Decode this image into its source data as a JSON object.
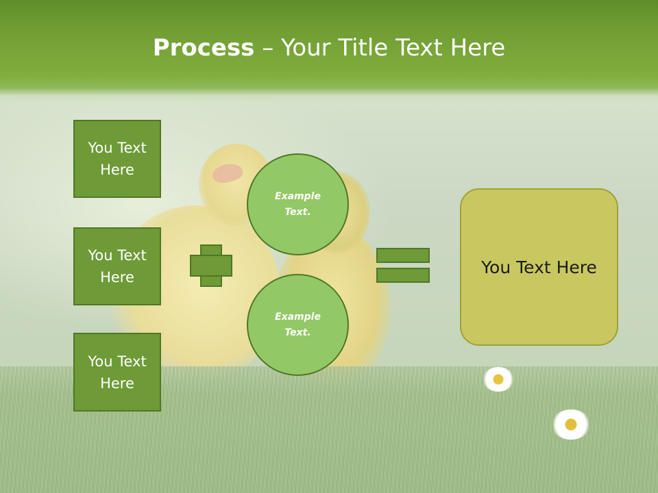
{
  "title": {
    "bold": "Process",
    "rest": " – Your Title Text Here"
  },
  "left_boxes": [
    {
      "label": "You Text Here"
    },
    {
      "label": "You Text Here"
    },
    {
      "label": "You Text Here"
    }
  ],
  "circles": [
    {
      "label": "Example Text."
    },
    {
      "label": "Example Text."
    }
  ],
  "result": {
    "label": "You Text Here"
  },
  "colors": {
    "title_band": "#6f9d33",
    "box_fill": "#6e9a37",
    "box_border": "#4f7725",
    "circle_fill": "#93c866",
    "result_fill": "#c9c860"
  }
}
